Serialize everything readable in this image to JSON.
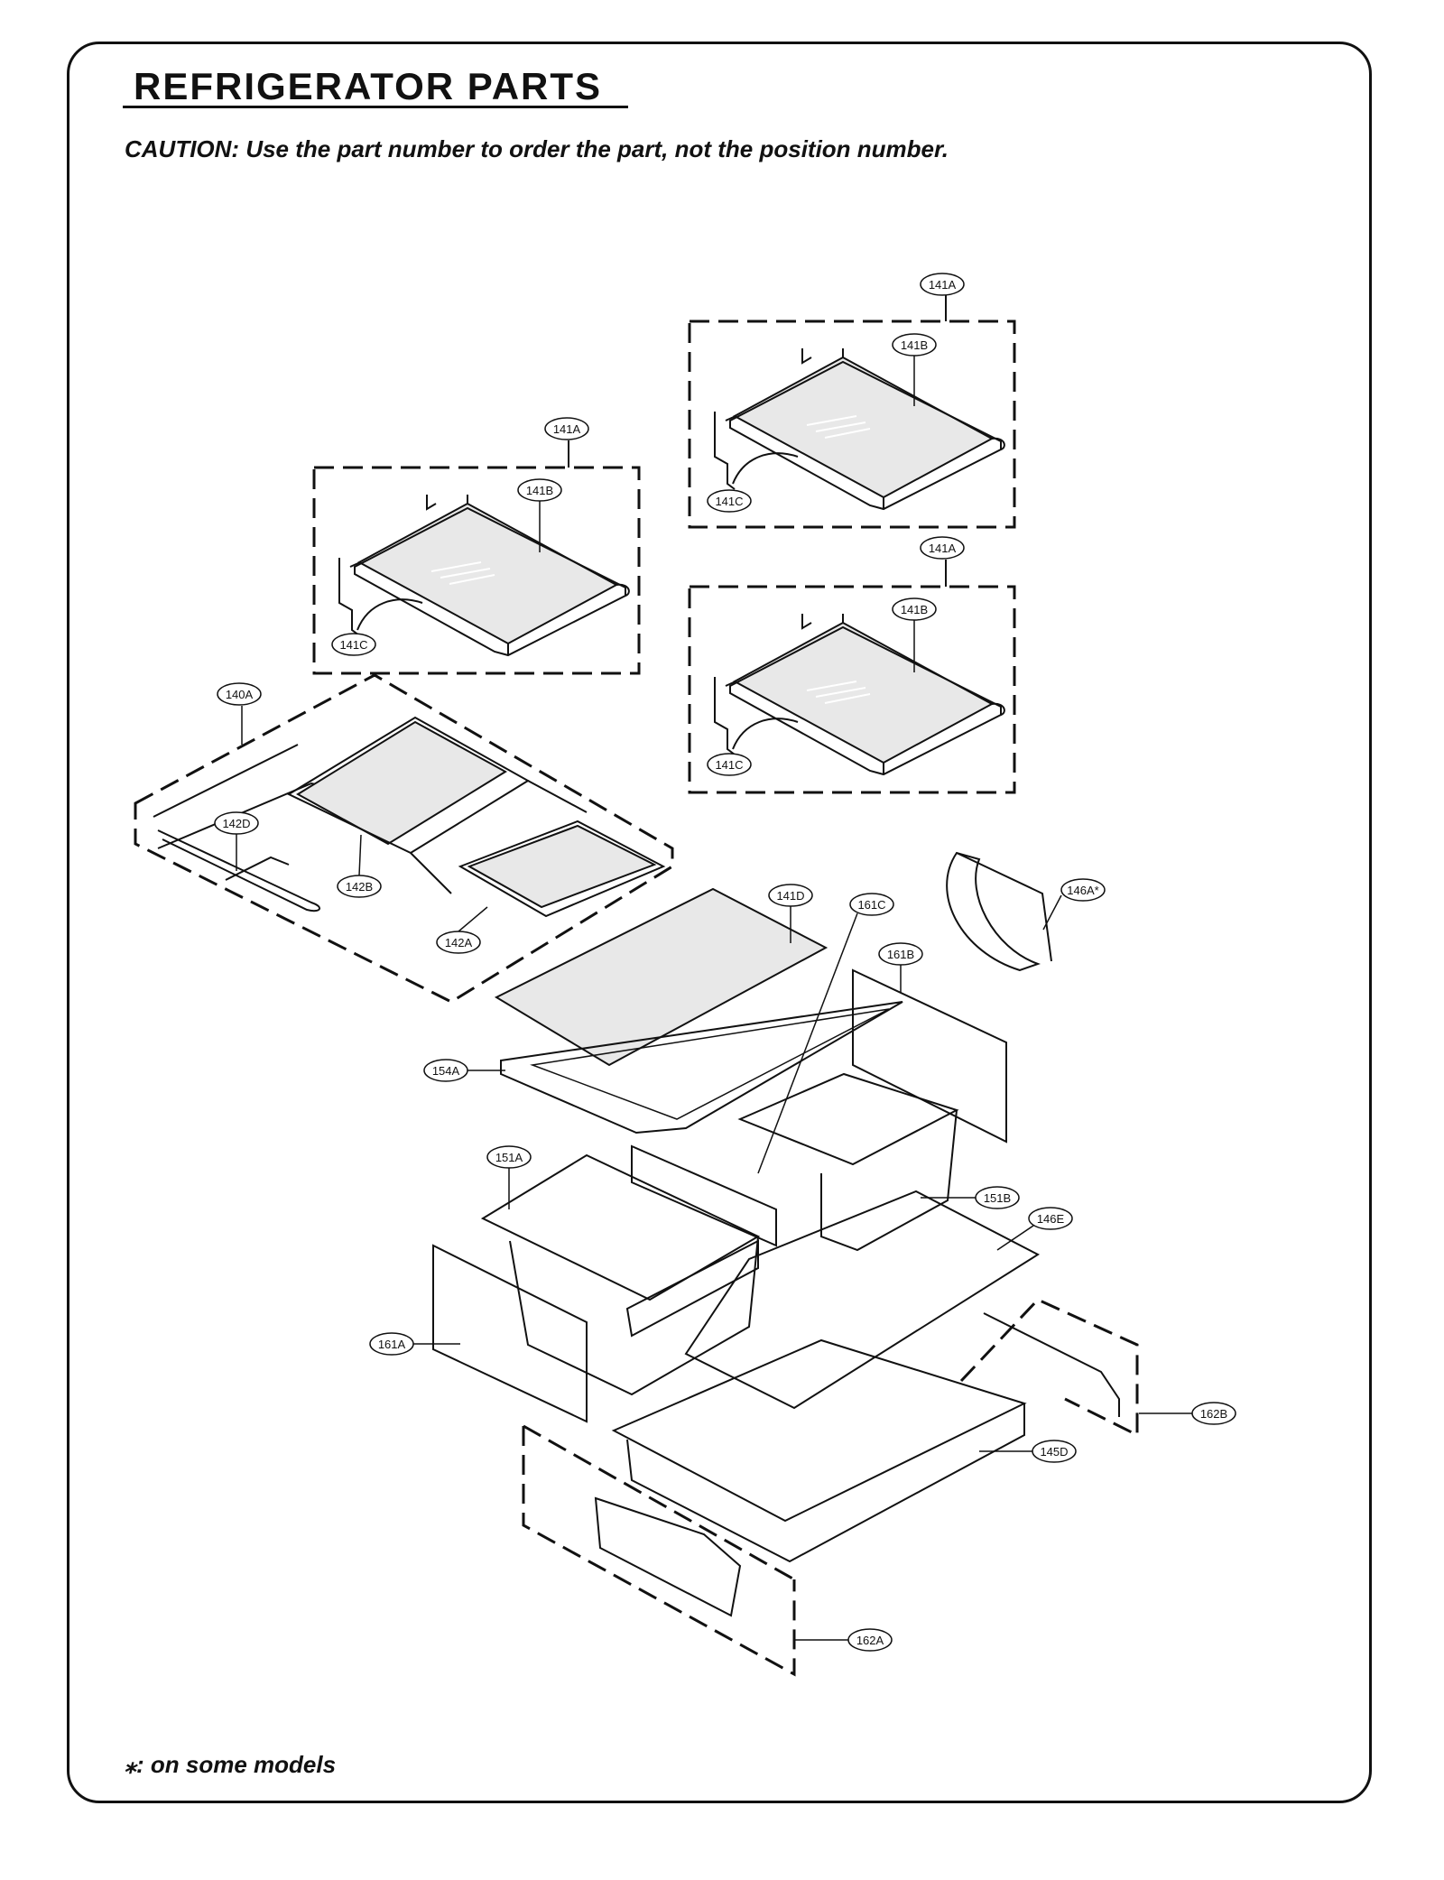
{
  "header": {
    "title": "REFRIGERATOR PARTS",
    "caution": "CAUTION: Use the part number to order the part, not the position number."
  },
  "footnote": "⁎: on some models",
  "callouts": {
    "shelf_top_right": {
      "a": "141A",
      "b": "141B",
      "c": "141C"
    },
    "shelf_left": {
      "a": "141A",
      "b": "141B",
      "c": "141C"
    },
    "shelf_mid_right": {
      "a": "141A",
      "b": "141B",
      "c": "141C"
    },
    "folding_shelf": {
      "assy": "140A",
      "rail": "142D",
      "frame": "142B",
      "glass": "142A"
    },
    "glass_141d": "141D",
    "label_161c": "161C",
    "label_161b": "161B",
    "label_146a": "146A*",
    "label_154a": "154A",
    "label_151a": "151A",
    "label_151b": "151B",
    "label_146e": "146E",
    "label_161a": "161A",
    "label_162b": "162B",
    "label_145d": "145D",
    "label_162a": "162A"
  }
}
